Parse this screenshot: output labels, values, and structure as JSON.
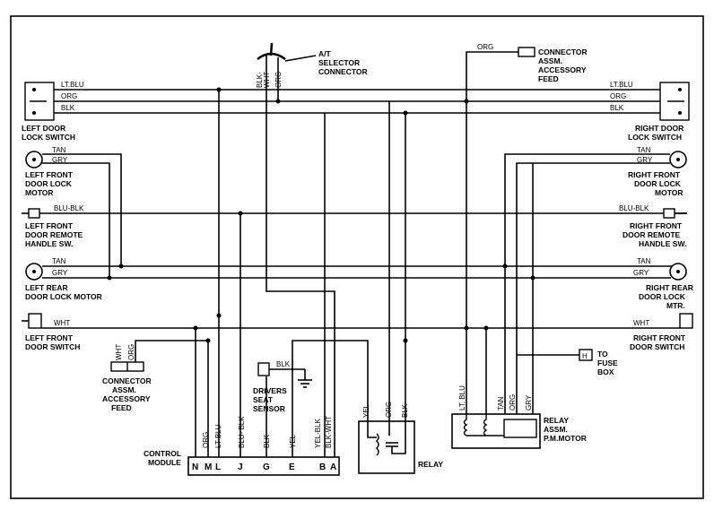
{
  "components": {
    "left_door_lock_switch": [
      "LEFT DOOR",
      "LOCK SWITCH"
    ],
    "right_door_lock_switch": [
      "RIGHT DOOR",
      "LOCK SWITCH"
    ],
    "left_front_door_lock_motor": [
      "LEFT FRONT",
      "DOOR LOCK",
      "MOTOR"
    ],
    "right_front_door_lock_motor": [
      "RIGHT FRONT",
      "DOOR LOCK",
      "MOTOR"
    ],
    "left_front_door_remote_handle": [
      "LEFT FRONT",
      "DOOR REMOTE",
      "HANDLE SW."
    ],
    "right_front_door_remote_handle": [
      "RIGHT FRONT",
      "DOOR REMOTE",
      "HANDLE SW."
    ],
    "left_rear_door_lock_motor": [
      "LEFT REAR",
      "DOOR LOCK MOTOR"
    ],
    "right_rear_door_lock_mtr": [
      "RIGHT REAR",
      "DOOR LOCK",
      "MTR."
    ],
    "left_front_door_switch": [
      "LEFT FRONT",
      "DOOR SWITCH"
    ],
    "right_front_door_switch": [
      "RIGHT FRONT",
      "DOOR SWITCH"
    ],
    "at_selector_connector": [
      "A/T",
      "SELECTOR",
      "CONNECTOR"
    ],
    "connector_assm_top": [
      "CONNECTOR",
      "ASSM.",
      "ACCESSORY",
      "FEED"
    ],
    "connector_assm_left": [
      "CONNECTOR",
      "ASSM.",
      "ACCESSORY",
      "FEED"
    ],
    "drivers_seat_sensor": [
      "DRIVERS",
      "SEAT",
      "SENSOR"
    ],
    "control_module": [
      "CONTROL",
      "MODULE"
    ],
    "relay": [
      "RELAY"
    ],
    "relay_assm": [
      "RELAY",
      "ASSM.",
      "P.M.MOTOR"
    ],
    "to_fuse_box": [
      "TO",
      "FUSE",
      "BOX"
    ],
    "fuse_box_terminal": "H"
  },
  "control_module_pins": [
    "N",
    "M",
    "L",
    "J",
    "G",
    "E",
    "B",
    "A"
  ],
  "wire_labels": {
    "lt_blu": "LT.BLU",
    "lt_blu_alt": "LT BLU",
    "lt_blu_alt2": "LT. BLU",
    "org": "ORG",
    "blk": "BLK",
    "tan": "TAN",
    "gry": "GRY",
    "blu_blk": "BLU-BLK",
    "blu_blk_alt": "BLU- BLK",
    "wht": "WHT",
    "yel": "YEL",
    "yel_blk": "YEL-BLK",
    "blk_wht": "BLK-WHT",
    "blk_wht_sel": "BLK-",
    "blk_wht_sel2": "WHT"
  }
}
